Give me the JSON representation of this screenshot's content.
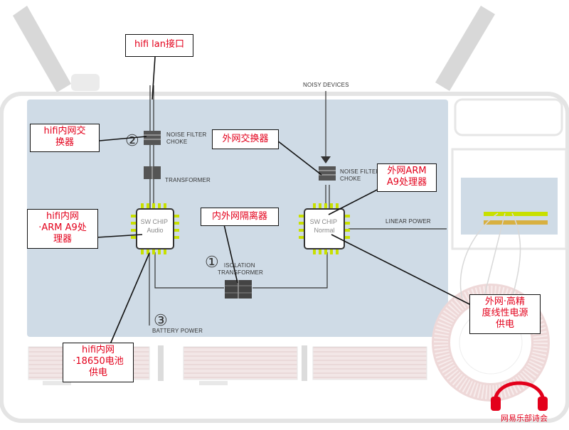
{
  "labels": {
    "noise_filter_choke": "NOISE FILTER\nCHOKE",
    "transformer": "TRANSFORMER",
    "noisy_devices": "NOISY DEVICES",
    "linear_power": "LINEAR POWER",
    "isolation_transformer": "ISOLATION\nTRANSFORMER",
    "battery_power": "BATTERY POWER",
    "chip_left": "SW CHIP\nAudio",
    "chip_right": "SW CHIP\nNormal",
    "num_1": "①",
    "num_2": "②",
    "num_3": "③"
  },
  "callouts": {
    "hifi_lan": "hifi lan接口",
    "hifi_switch": "hifi内网交\n换器",
    "external_switch": "外网交换器",
    "external_arm": "外网ARM\nA9处理器",
    "hifi_arm": "hifi内网\n·ARM A9处\n理器",
    "isolator": "内外网隔离器",
    "hifi_battery": "hifi内网\n·18650电池\n供电",
    "external_power": "外网·高精\n度线性电源\n供电"
  },
  "watermark": {
    "text": "网易乐部诗会"
  },
  "colors": {
    "board": "#cfdbe6",
    "callout_text": "#e3001b",
    "chip_pin": "#c8e000",
    "line": "#333333"
  }
}
